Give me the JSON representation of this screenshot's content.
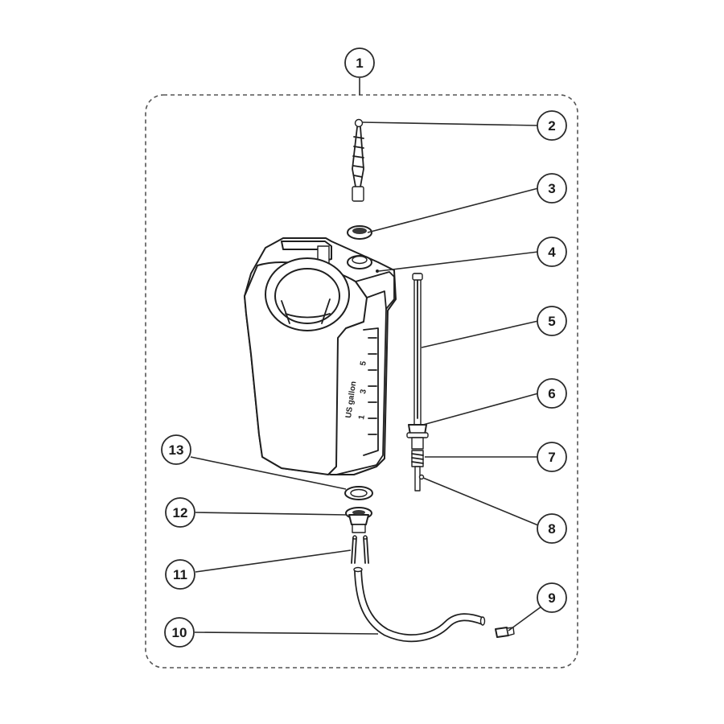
{
  "diagram": {
    "tank_label": "US gallon",
    "callouts": [
      {
        "id": "1",
        "label": "1"
      },
      {
        "id": "2",
        "label": "2"
      },
      {
        "id": "3",
        "label": "3"
      },
      {
        "id": "4",
        "label": "4"
      },
      {
        "id": "5",
        "label": "5"
      },
      {
        "id": "6",
        "label": "6"
      },
      {
        "id": "7",
        "label": "7"
      },
      {
        "id": "8",
        "label": "8"
      },
      {
        "id": "9",
        "label": "9"
      },
      {
        "id": "10",
        "label": "10"
      },
      {
        "id": "11",
        "label": "11"
      },
      {
        "id": "12",
        "label": "12"
      },
      {
        "id": "13",
        "label": "13"
      }
    ],
    "scale_marks": [
      "5",
      "3",
      "1"
    ]
  }
}
